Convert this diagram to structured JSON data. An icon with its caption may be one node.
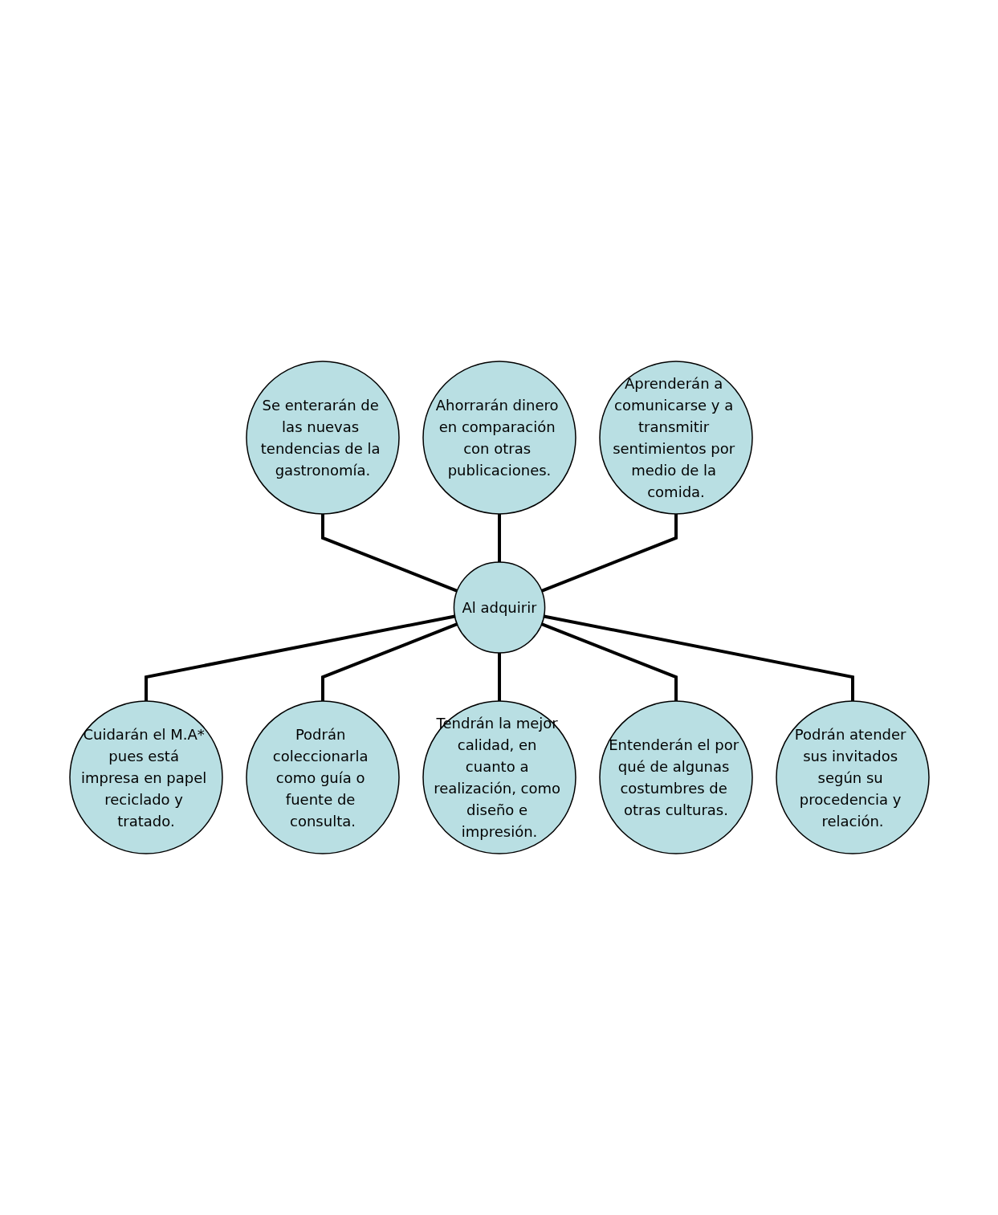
{
  "diagram": {
    "nodes": [
      {
        "text": [
          "Al adquirir"
        ]
      },
      {
        "text": [
          "Se enterarán de las nuevas tendencias de la gastronomía."
        ]
      },
      {
        "text": [
          "Ahorrarán dinero en comparación con otras publicaciones."
        ]
      },
      {
        "text": [
          "Cuidarán el M.A* pues está impresa en papel reciclado y tratado."
        ]
      },
      {
        "text": [
          "Podrán coleccionarla como guía o fuente de consulta."
        ]
      },
      {
        "text": [
          "Tendrán la mejor calidad, en cuanto a realización, como diseño e impresión."
        ]
      },
      {
        "text": [
          "Entenderán el por qué de algunas costumbres de otras culturas."
        ]
      },
      {
        "text": [
          "Podrán atender sus invitados según su procedencia y relación."
        ]
      },
      {
        "text": [
          "Aprenderán a comunicarse y a transmitir sentimientos por medio de la comida."
        ]
      }
    ],
    "edges": [
      {
        "from": 1,
        "to": 0,
        "arrow": "none"
      },
      {
        "from": 2,
        "to": 0,
        "arrow": "none"
      },
      {
        "from": 0,
        "to": 3,
        "arrow": "none"
      },
      {
        "from": 0,
        "to": 4,
        "arrow": "none"
      },
      {
        "from": 0,
        "to": 5,
        "arrow": "none"
      },
      {
        "from": 0,
        "to": 6,
        "arrow": "none"
      },
      {
        "from": 0,
        "to": 7,
        "arrow": "none"
      },
      {
        "from": 8,
        "to": 0,
        "arrow": "none"
      }
    ]
  }
}
